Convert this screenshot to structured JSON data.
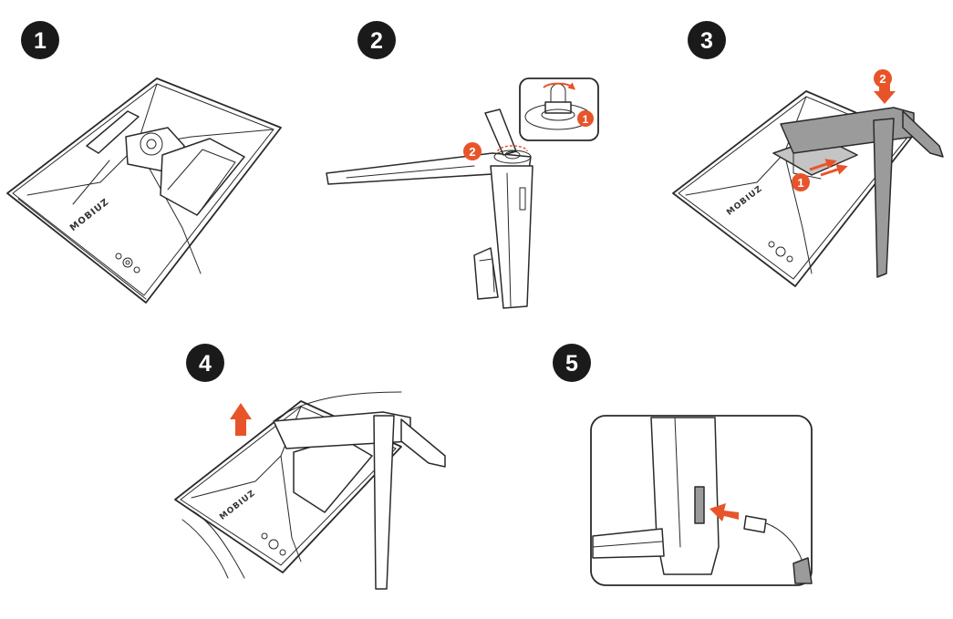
{
  "colors": {
    "accent": "#e8542a",
    "badge_bg": "#1a1a1a",
    "line": "#2a2a2a",
    "stand_dark": "#9b9b9b",
    "stand_light": "#c4c4c4"
  },
  "steps": [
    {
      "number": "1",
      "brand": "MOBIUZ"
    },
    {
      "number": "2",
      "callouts": [
        "1",
        "2"
      ]
    },
    {
      "number": "3",
      "callouts": [
        "1",
        "2"
      ],
      "brand": "MOBIUZ"
    },
    {
      "number": "4",
      "brand": "MOBIUZ"
    },
    {
      "number": "5"
    }
  ]
}
